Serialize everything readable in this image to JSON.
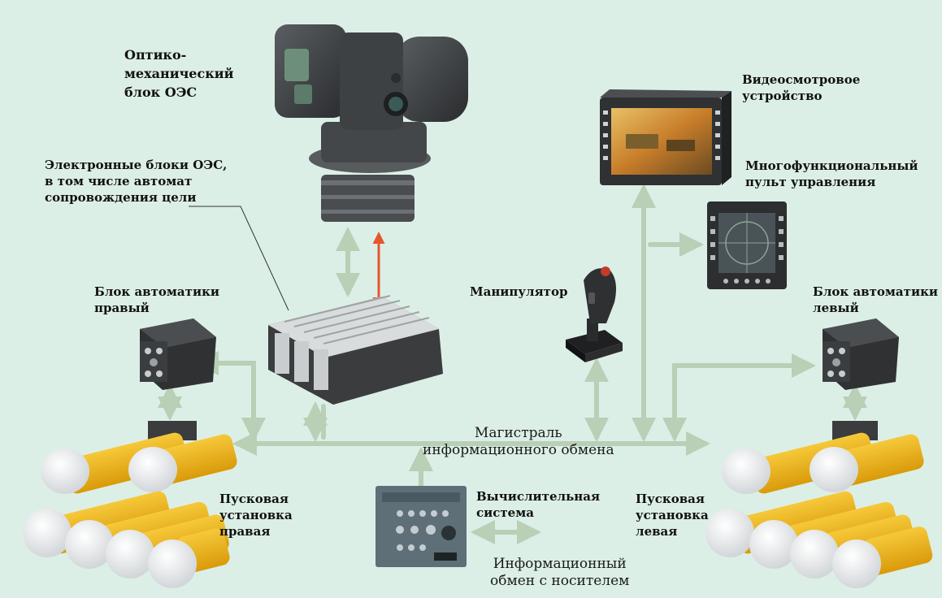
{
  "labels": {
    "oes_optical_block": "Оптико-\nмеханический\nблок ОЭС",
    "oes_electronic_blocks": "Электронные блоки ОЭС,\nв том числе автомат\nсопровождения цели",
    "video_device": "Видеосмотровое\nустройство",
    "control_panel": "Многофункциональный\nпульт управления",
    "automation_right": "Блок автоматики\nправый",
    "automation_left": "Блок автоматики\nлевый",
    "manipulator": "Манипулятор",
    "launcher_right": "Пусковая\nустановка\nправая",
    "launcher_left": "Пусковая\nустановка\nлевая",
    "computer_system": "Вычислительная\nсистема",
    "data_bus": "Магистраль\nинформационного обмена",
    "carrier_exchange": "Информационный\nобмен с носителем"
  },
  "colors": {
    "background": "#dcefe6",
    "connector": "#b9cfb6",
    "highlight_link": "#e4572e",
    "missile_body": "#f0b818",
    "missile_nose": "#f4f4f4",
    "device_dark": "#3a3d40"
  }
}
